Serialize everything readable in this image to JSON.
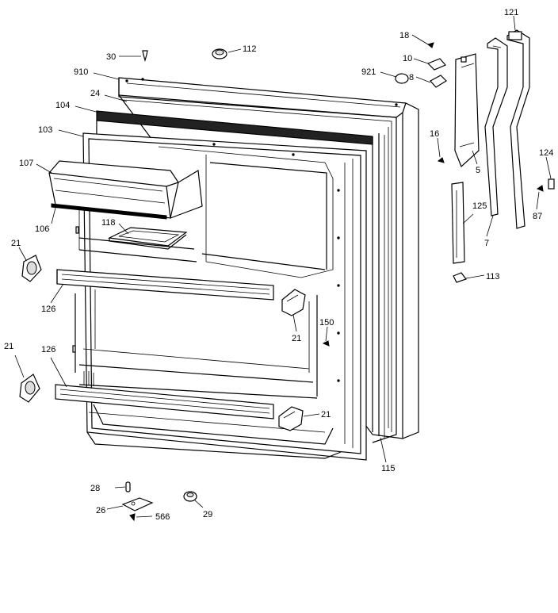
{
  "diagram": {
    "callouts": [
      {
        "id": "c-121",
        "label": "121"
      },
      {
        "id": "c-18",
        "label": "18"
      },
      {
        "id": "c-10",
        "label": "10"
      },
      {
        "id": "c-921",
        "label": "921"
      },
      {
        "id": "c-8",
        "label": "8"
      },
      {
        "id": "c-16",
        "label": "16"
      },
      {
        "id": "c-5",
        "label": "5"
      },
      {
        "id": "c-124",
        "label": "124"
      },
      {
        "id": "c-87",
        "label": "87"
      },
      {
        "id": "c-125",
        "label": "125"
      },
      {
        "id": "c-7",
        "label": "7"
      },
      {
        "id": "c-113",
        "label": "113"
      },
      {
        "id": "c-30",
        "label": "30"
      },
      {
        "id": "c-112",
        "label": "112"
      },
      {
        "id": "c-910",
        "label": "910"
      },
      {
        "id": "c-24",
        "label": "24"
      },
      {
        "id": "c-104",
        "label": "104"
      },
      {
        "id": "c-103",
        "label": "103"
      },
      {
        "id": "c-107",
        "label": "107"
      },
      {
        "id": "c-106",
        "label": "106"
      },
      {
        "id": "c-118",
        "label": "118"
      },
      {
        "id": "c-21a",
        "label": "21"
      },
      {
        "id": "c-126a",
        "label": "126"
      },
      {
        "id": "c-21b",
        "label": "21"
      },
      {
        "id": "c-150",
        "label": "150"
      },
      {
        "id": "c-21c",
        "label": "21"
      },
      {
        "id": "c-126b",
        "label": "126"
      },
      {
        "id": "c-21d",
        "label": "21"
      },
      {
        "id": "c-115",
        "label": "115"
      },
      {
        "id": "c-28",
        "label": "28"
      },
      {
        "id": "c-26",
        "label": "26"
      },
      {
        "id": "c-566",
        "label": "566"
      },
      {
        "id": "c-29",
        "label": "29"
      }
    ]
  }
}
